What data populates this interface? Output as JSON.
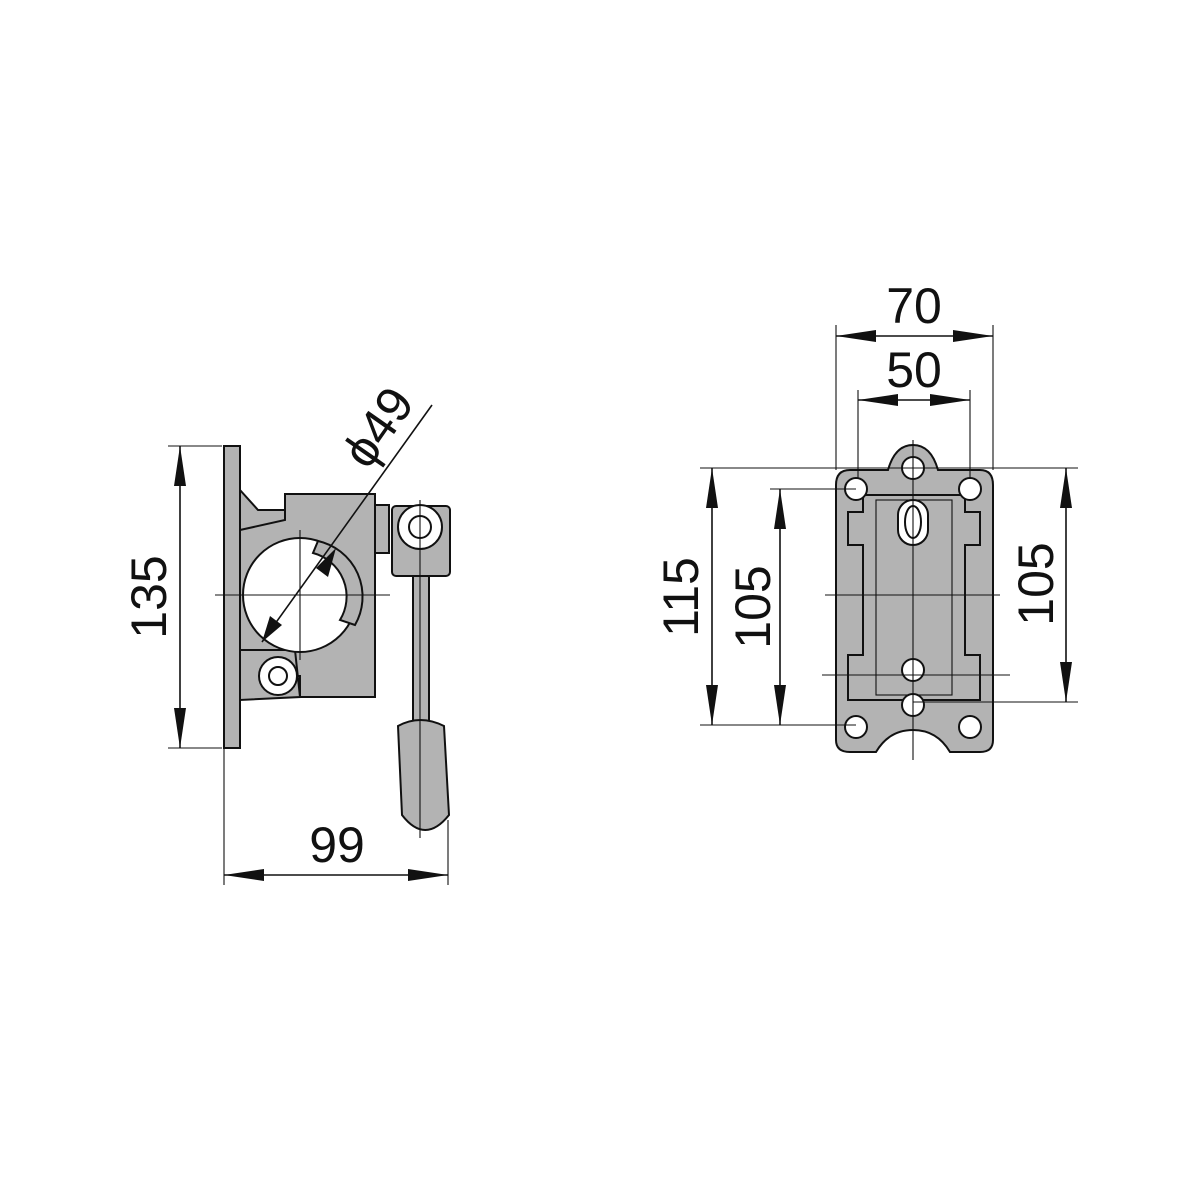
{
  "views": {
    "side": {
      "height_dim": "135",
      "width_dim": "99",
      "bore_dim": "ϕ49"
    },
    "front": {
      "outer_width_dim": "70",
      "inner_width_dim": "50",
      "outer_height_dim": "115",
      "inner_height_dim": "105",
      "right_height_dim": "105"
    }
  },
  "colors": {
    "fill": "#b3b3b3",
    "line": "#111111",
    "background": "#ffffff"
  }
}
